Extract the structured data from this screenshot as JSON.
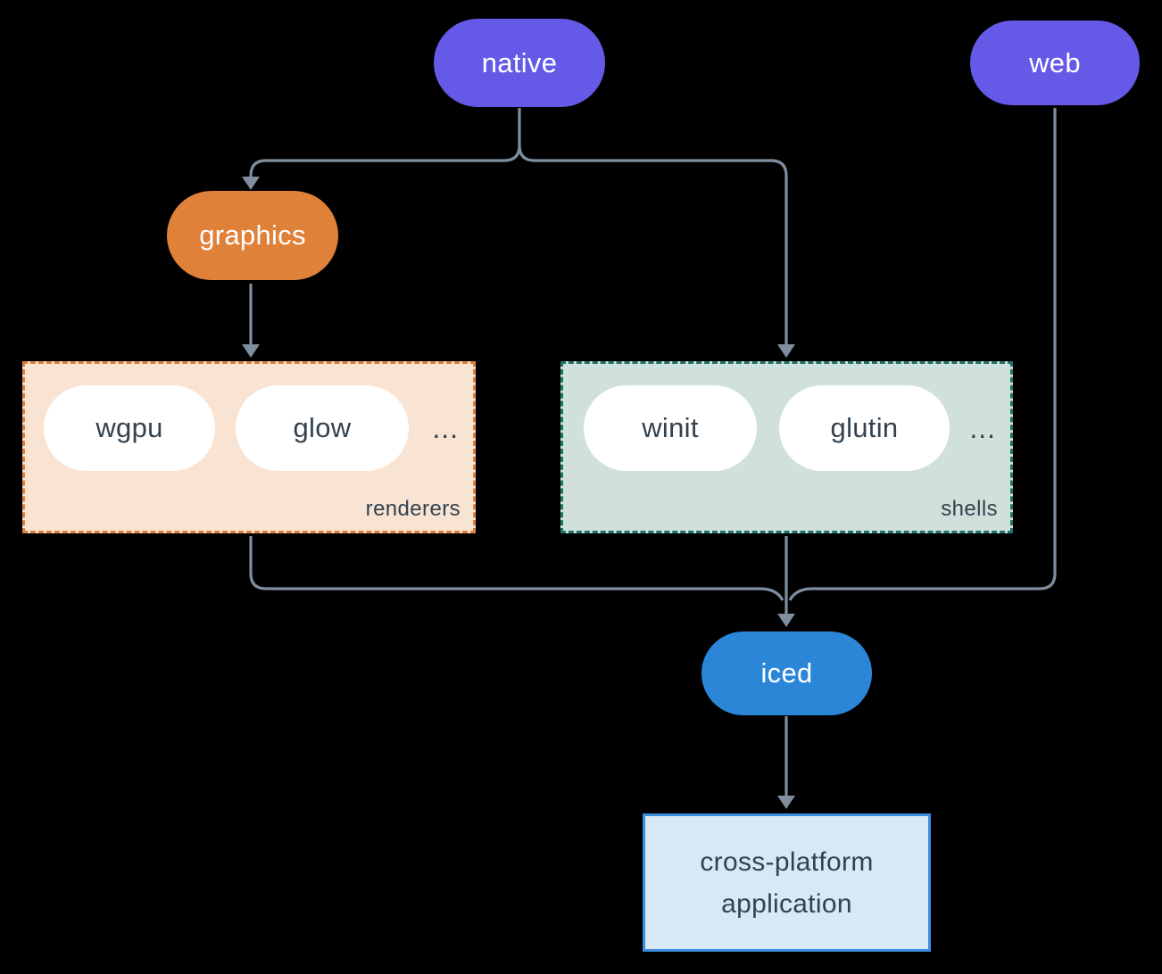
{
  "nodes": {
    "native": {
      "label": "native",
      "fill": "#6559e8",
      "text_color": "#ffffff"
    },
    "web": {
      "label": "web",
      "fill": "#6559e8",
      "text_color": "#ffffff"
    },
    "graphics": {
      "label": "graphics",
      "fill": "#e0813a",
      "text_color": "#ffffff"
    },
    "iced": {
      "label": "iced",
      "fill": "#2b86d8",
      "text_color": "#ffffff"
    },
    "application": {
      "line1": "cross-platform",
      "line2": "application",
      "fill": "#d8e8f7",
      "border_color": "#3c8ede",
      "text_color": "#33424e"
    }
  },
  "groups": {
    "renderers": {
      "label": "renderers",
      "items": [
        {
          "label": "wgpu"
        },
        {
          "label": "glow"
        }
      ],
      "ellipsis": "...",
      "fill": "#f9e4d4",
      "border_color": "#e0803a",
      "item_fill": "#ffffff",
      "text_color": "#33424e"
    },
    "shells": {
      "label": "shells",
      "items": [
        {
          "label": "winit"
        },
        {
          "label": "glutin"
        }
      ],
      "ellipsis": "...",
      "fill": "#d0e0da",
      "border_color": "#1f7265",
      "item_fill": "#ffffff",
      "text_color": "#33424e"
    }
  },
  "connectors": {
    "color": "#7e8e9e",
    "edges": [
      "native to graphics",
      "native to shells",
      "graphics to renderers",
      "renderers to iced",
      "shells to iced",
      "web to iced",
      "iced to application"
    ]
  },
  "background_color": "#000000"
}
